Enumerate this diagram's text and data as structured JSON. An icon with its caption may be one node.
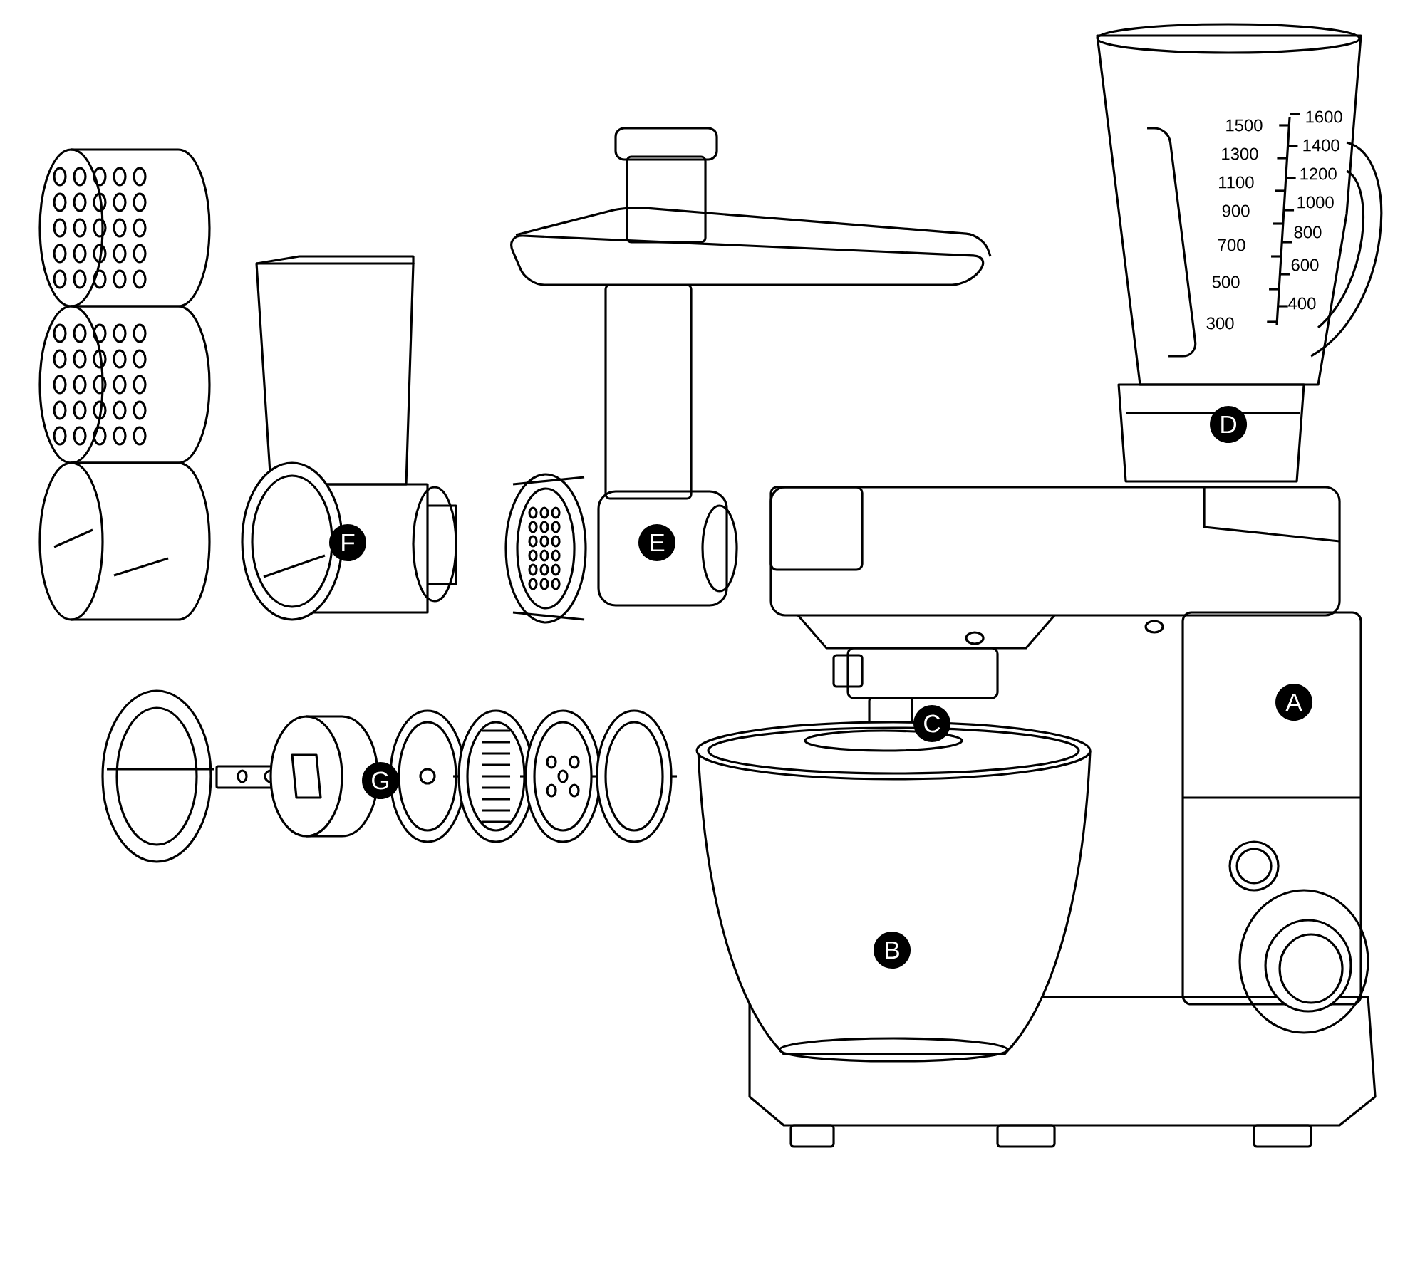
{
  "diagram": {
    "labels": [
      "1600",
      "1500",
      "1400",
      "1300",
      "1200",
      "1100",
      "1000",
      "900",
      "800",
      "700",
      "600",
      "500",
      "400",
      "300",
      "D",
      "F",
      "E",
      "C",
      "A",
      "G",
      "B"
    ]
  }
}
